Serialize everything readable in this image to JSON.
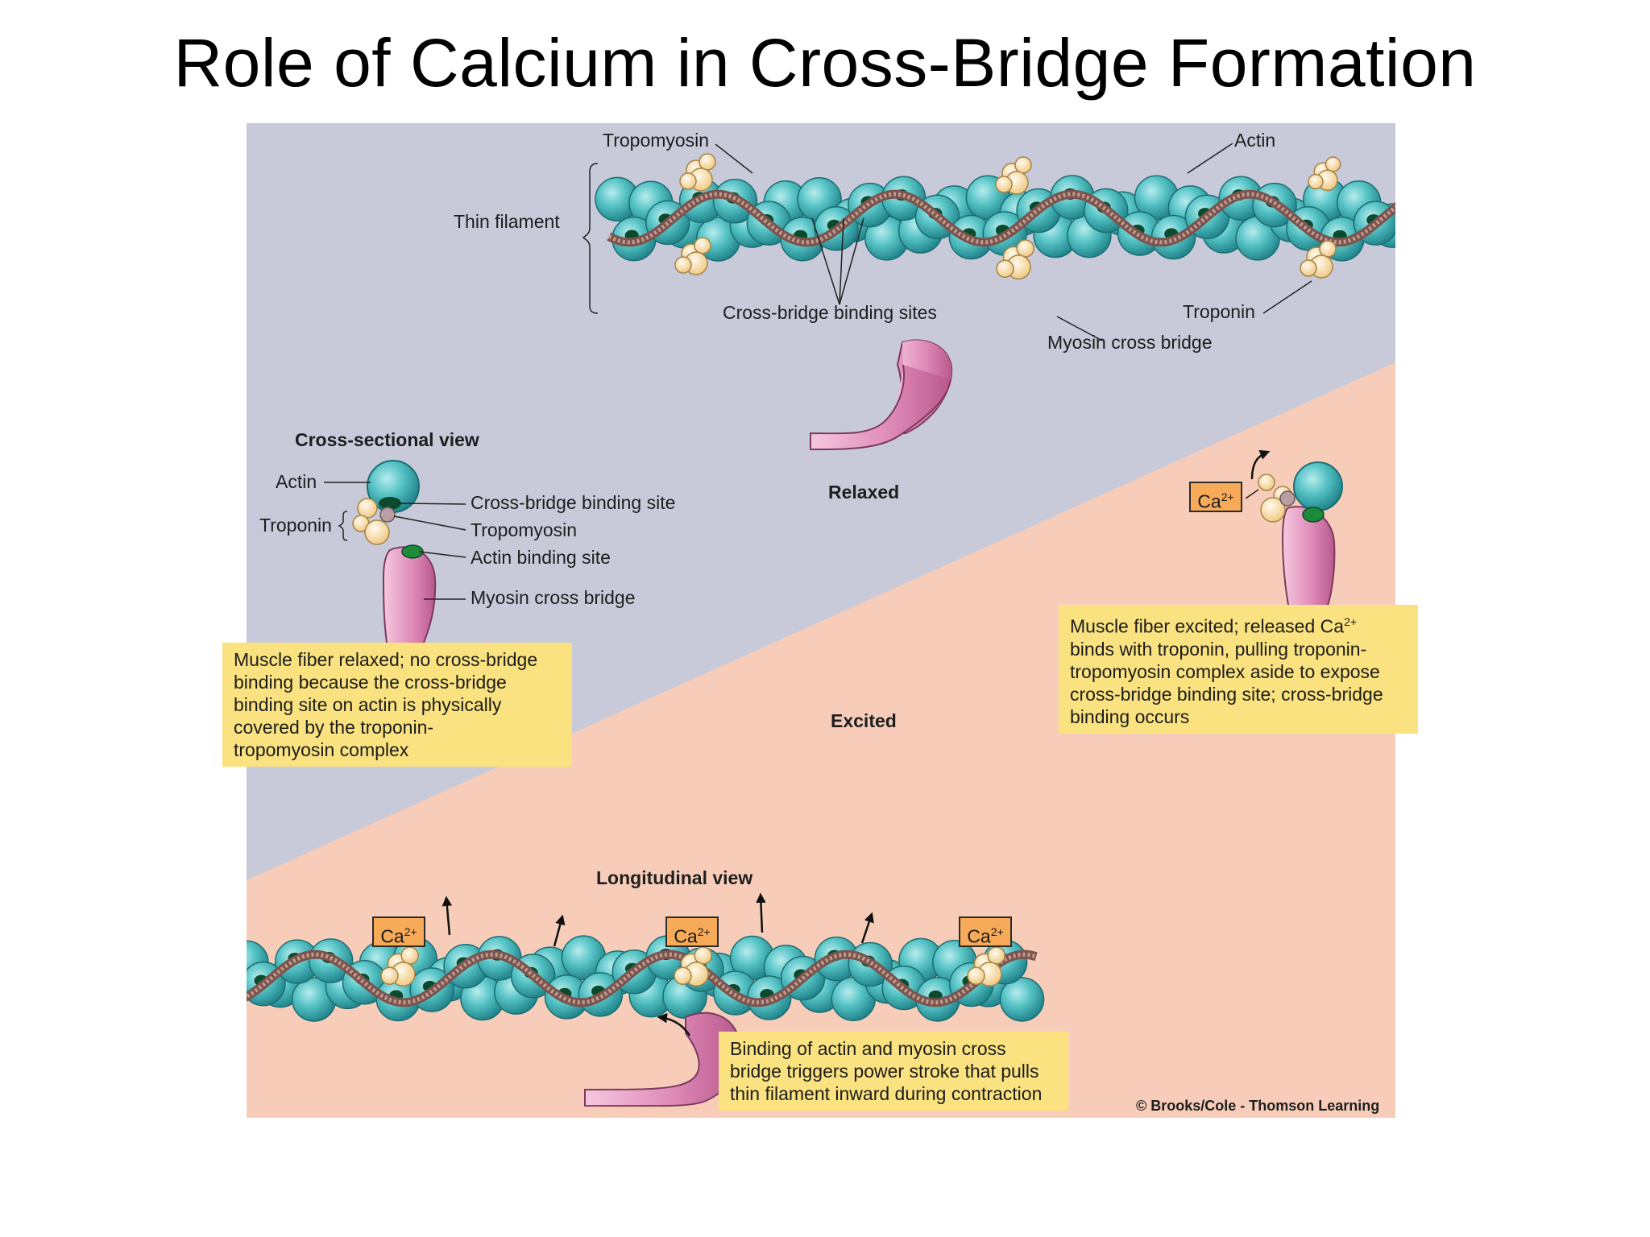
{
  "title": "Role of Calcium in Cross-Bridge Formation",
  "labels": {
    "tropomyosin": "Tropomyosin",
    "actin": "Actin",
    "thin_filament": "Thin filament",
    "cross_bridge_binding_sites": "Cross-bridge binding sites",
    "troponin": "Troponin",
    "myosin_cross_bridge": "Myosin cross bridge",
    "relaxed": "Relaxed",
    "excited": "Excited"
  },
  "cross_section": {
    "heading": "Cross-sectional view",
    "actin": "Actin",
    "troponin": "Troponin",
    "cross_bridge_binding_site": "Cross-bridge binding site",
    "tropomyosin": "Tropomyosin",
    "actin_binding_site": "Actin binding site",
    "myosin_cross_bridge": "Myosin cross bridge"
  },
  "notes": {
    "relaxed": [
      "Muscle fiber relaxed; no cross-bridge",
      "binding because the cross-bridge",
      "binding site on actin is physically",
      "covered by the troponin-",
      "tropomyosin complex"
    ],
    "excited": [
      "Muscle fiber excited; released Ca",
      "binds with troponin, pulling troponin-",
      "tropomyosin complex aside to expose",
      "cross-bridge binding site; cross-bridge",
      "binding occurs"
    ],
    "contraction": [
      "Binding of actin and myosin cross",
      "bridge triggers power stroke that pulls",
      "thin filament inward during contraction"
    ]
  },
  "calcium": {
    "symbol": "Ca",
    "charge": "2+"
  },
  "longitudinal": {
    "heading": "Longitudinal view"
  },
  "credit": "© Brooks/Cole - Thomson Learning",
  "colors": {
    "relaxed_bg": "#c8cad9",
    "excited_bg": "#f7cdb9",
    "actin": "#3aacae",
    "binding_site": "#0c4a2d",
    "troponin": "#f8dc9c",
    "tropomyosin": "#9a7068",
    "myosin": "#df8fb9",
    "note_bg": "#f9e27f",
    "calcium_box": "#f7aa57"
  }
}
